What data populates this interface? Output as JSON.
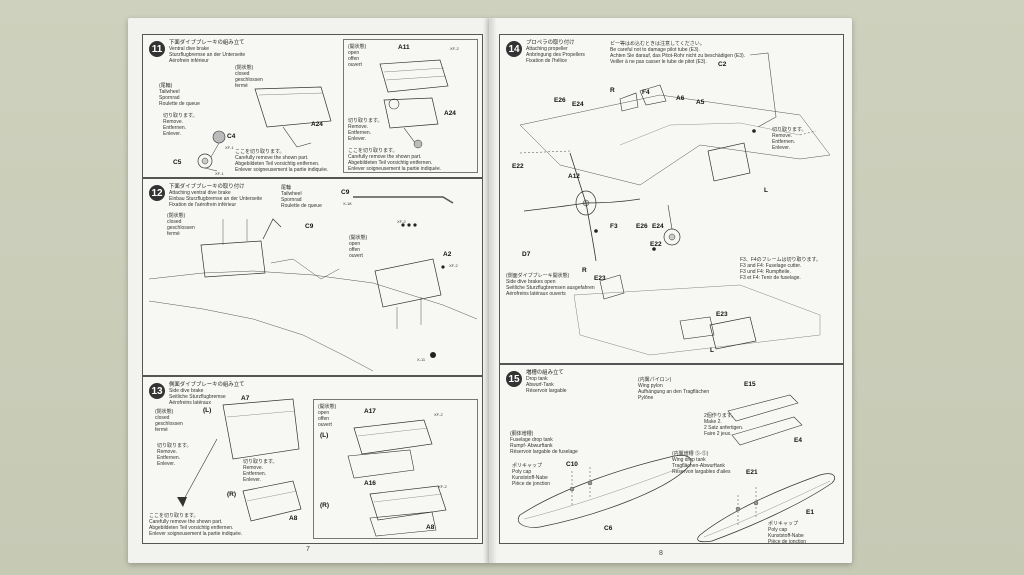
{
  "left_page": {
    "page_number": "7",
    "step11": {
      "number": "11",
      "title_jp": "下面ダイブブレーキの組み立て",
      "title_en": "Ventral dive brake",
      "title_de": "Sturzflugbremse an der Unterseite",
      "title_fr": "Aérofrein inférieur",
      "closed_jp": "(閉状態)",
      "closed_en": "closed",
      "closed_de": "geschlossen",
      "closed_fr": "fermé",
      "open_jp": "(開状態)",
      "open_en": "open",
      "open_de": "offen",
      "open_fr": "ouvert",
      "tailhook_jp": "(尾輪)",
      "tailhook_en": "Tailwheel",
      "tailhook_de": "Spornrad",
      "tailhook_fr": "Roulette de queue",
      "remove_jp": "切り取ります。",
      "remove_en": "Remove.",
      "remove_de": "Entfernen.",
      "remove_fr": "Enlever.",
      "cut_jp": "ここを切り取ります。",
      "cut_en": "Carefully remove the shown part.",
      "cut_de": "Abgebildeten Teil vorsichtig entfernen.",
      "cut_fr": "Enlever soigneusement la partie indiquée.",
      "parts": {
        "a24": "A24",
        "c4": "C4",
        "c5": "C5",
        "a11": "A11",
        "a24b": "A24",
        "xf2": "XF-2",
        "xf1": "XF-1",
        "xf1b": "XF-1"
      }
    },
    "step12": {
      "number": "12",
      "title_jp": "下面ダイブブレーキの取り付け",
      "title_en": "Attaching ventral dive brake",
      "title_de": "Einbau Sturzflugbremse an der Unterseite",
      "title_fr": "Fixation de l'aérofrein inférieur",
      "closed_jp": "(閉状態)",
      "closed_en": "closed",
      "closed_de": "geschlossen",
      "closed_fr": "fermé",
      "open_jp": "(開状態)",
      "open_en": "open",
      "open_de": "offen",
      "open_fr": "ouvert",
      "tailhook_jp": "尾輪",
      "tailhook_en": "Tailwheel",
      "tailhook_de": "Spornrad",
      "tailhook_fr": "Roulette de queue",
      "parts": {
        "c9": "C9",
        "c9b": "C9",
        "a2": "A2",
        "x18": "X-18",
        "x11": "X-11",
        "xf2": "XF-2",
        "xf2b": "XF-2"
      }
    },
    "step13": {
      "number": "13",
      "title_jp": "側面ダイブブレーキの組み立て",
      "title_en": "Side dive brake",
      "title_de": "Seitliche Sturzflugbremse",
      "title_fr": "Aérofreins latéraux",
      "closed_jp": "(閉状態)",
      "closed_en": "closed",
      "closed_de": "geschlossen",
      "closed_fr": "fermé",
      "open_jp": "(開状態)",
      "open_en": "open",
      "open_de": "offen",
      "open_fr": "ouvert",
      "remove_jp": "切り取ります。",
      "remove_en": "Remove.",
      "remove_de": "Entfernen.",
      "remove_fr": "Enlever.",
      "cut_jp": "ここを切り取ります。",
      "cut_en": "Carefully remove the shown part.",
      "cut_de": "Abgebildeten Teil vorsichtig entfernen.",
      "cut_fr": "Enlever soigneusement la partie indiquée.",
      "parts": {
        "a7": "A7",
        "a8": "A8",
        "a17": "A17",
        "a16": "A16",
        "a8b": "A8",
        "l": "(L)",
        "r": "(R)",
        "lb": "(L)",
        "rb": "(R)",
        "xf2": "XF-2",
        "xf2b": "XF-2"
      }
    }
  },
  "right_page": {
    "page_number": "8",
    "step14": {
      "number": "14",
      "title_jp": "プロペラの取り付け",
      "title_en": "Attaching propeller",
      "title_de": "Anbringung des Propellers",
      "title_fr": "Fixation de l'hélice",
      "note_jp": "ピー等はめ込むときは注意してください。",
      "note_en": "Be careful not to damage pilot tube (E3).",
      "note_de": "Achten Sie darauf, das Pitot-Rohr nicht zu beschädigen (E3).",
      "note_fr": "Veiller à ne pas casser le tube de pitot (E3).",
      "remove_jp": "切り取ります。",
      "remove_en": "Remove.",
      "remove_de": "Entfernen.",
      "remove_fr": "Enlever.",
      "side_jp": "(側面ダイブブレーキ開状態)",
      "side_en": "Side dive brakes open",
      "side_de": "Seitliche Sturzflugbremsen ausgefahren",
      "side_fr": "Aérofreins latéraux ouverts",
      "fus_jp": "F3、F4のフレームは切り取ります。",
      "fus_en": "F3 and F4: Fuselage cutter.",
      "fus_de": "F3 und F4: Rumpfteile.",
      "fus_fr": "F3 et F4: Tenir de fuselage.",
      "parts": {
        "c2": "C2",
        "r": "R",
        "f4": "F4",
        "a6": "A6",
        "a5": "A5",
        "e26": "E26",
        "e24": "E24",
        "e22": "E22",
        "a12": "A12",
        "d7": "D7",
        "f3": "F3",
        "e26b": "E26",
        "e24b": "E24",
        "e22b": "E22",
        "e23": "E23",
        "e23b": "E23",
        "l": "L",
        "lb": "L",
        "rb": "R"
      }
    },
    "step15": {
      "number": "15",
      "title_jp": "増槽の組み立て",
      "title_en": "Drop tank",
      "title_de": "Abwurf-Tank",
      "title_fr": "Réservoir largable",
      "fuse_jp": "(胴体増槽)",
      "fuse_en": "Fuselage drop tank",
      "fuse_de": "Rumpf- Abwurftank",
      "fuse_fr": "Réservoir largable de fuselage",
      "poly_jp": "ポリキャップ",
      "poly_en": "Poly cap",
      "poly_de": "Kunststoff-Nabe",
      "poly_fr": "Pièce de jonction",
      "pylon_jp": "(内翼パイロン)",
      "pylon_en": "Wing pylon",
      "pylon_de": "Aufhängung an den Tragflächen",
      "pylon_fr": "Pylône",
      "make2_jp": "2個作ります。",
      "make2_en": "Make 2.",
      "make2_de": "2 Satz anfertigen.",
      "make2_fr": "Faire 2 jeux.",
      "wing_jp": "(内翼増槽 ⑤-⑤)",
      "wing_en": "Wing drop tank",
      "wing_de": "Tragflächen-Abwurftank",
      "wing_fr": "Réservoir largables d'ailes",
      "parts": {
        "c10": "C10",
        "c6": "C6",
        "e15": "E15",
        "e4": "E4",
        "e21": "E21",
        "e1": "E1"
      }
    }
  }
}
